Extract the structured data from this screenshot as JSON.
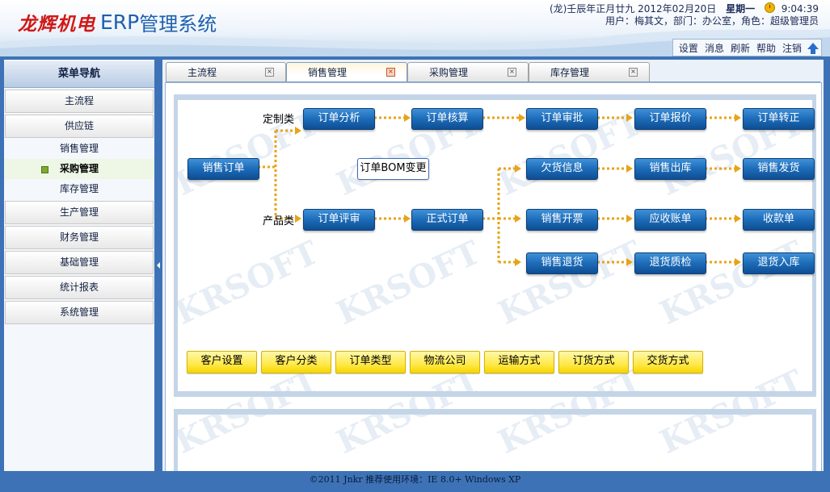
{
  "header": {
    "logo_cn": "龙辉机电",
    "logo_en": "ERP",
    "logo_sys": "管理系统",
    "lunar_date": "(龙)壬辰年正月廿九",
    "date": "2012年02月20日",
    "weekday": "星期一",
    "time": "9:04:39",
    "user_line": "用户：梅其文，部门：办公室，角色：超级管理员",
    "links": [
      "设置",
      "消息",
      "刷新",
      "帮助",
      "注销"
    ]
  },
  "sidebar": {
    "title": "菜单导航",
    "groups": {
      "main_flow": "主流程",
      "supply_chain": "供应链",
      "production": "生产管理",
      "finance": "财务管理",
      "basic": "基础管理",
      "reports": "统计报表",
      "system": "系统管理"
    },
    "sub_items": {
      "sales": "销售管理",
      "purchase": "采购管理",
      "inventory": "库存管理"
    }
  },
  "tabs": [
    {
      "label": "主流程",
      "close": "×"
    },
    {
      "label": "销售管理",
      "close": "×"
    },
    {
      "label": "采购管理",
      "close": "×"
    },
    {
      "label": "库存管理",
      "close": "×"
    }
  ],
  "workflow": {
    "label_custom": "定制类",
    "label_product": "产品类",
    "sales_order": "销售订单",
    "order_analysis": "订单分析",
    "order_check": "订单核算",
    "order_approve": "订单审批",
    "order_quote": "订单报价",
    "order_convert": "订单转正",
    "order_bom_change": "订单BOM变更",
    "order_review": "订单评审",
    "formal_order": "正式订单",
    "shortage_info": "欠货信息",
    "sales_outbound": "销售出库",
    "sales_delivery": "销售发货",
    "sales_invoice": "销售开票",
    "receivable_bill": "应收账单",
    "receipt_bill": "收款单",
    "sales_return": "销售退货",
    "return_qc": "退货质检",
    "return_inbound": "退货入库"
  },
  "setup_buttons": [
    "客户设置",
    "客户分类",
    "订单类型",
    "物流公司",
    "运输方式",
    "订货方式",
    "交货方式"
  ],
  "watermark": "KRSOFT",
  "footer": {
    "status": "©2011 Jnkr 推荐使用环境：IE 8.0+ Windows XP"
  },
  "colors": {
    "frame_blue": "#3d73b6",
    "flow_button": "#1c6bb8",
    "arrow": "#e8a317",
    "setup_button": "#ffe94a",
    "logo_red": "#d01818"
  }
}
